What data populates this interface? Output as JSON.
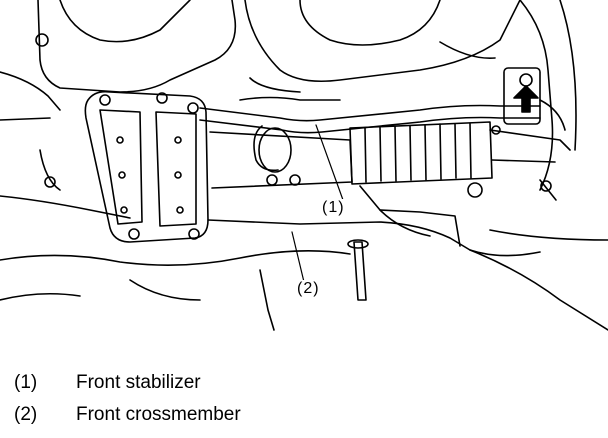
{
  "callouts": {
    "one": "(1)",
    "two": "(2)"
  },
  "legend": [
    {
      "number": "(1)",
      "label": "Front stabilizer"
    },
    {
      "number": "(2)",
      "label": "Front crossmember"
    }
  ],
  "icons": {
    "arrow": "arrow-up-icon"
  }
}
